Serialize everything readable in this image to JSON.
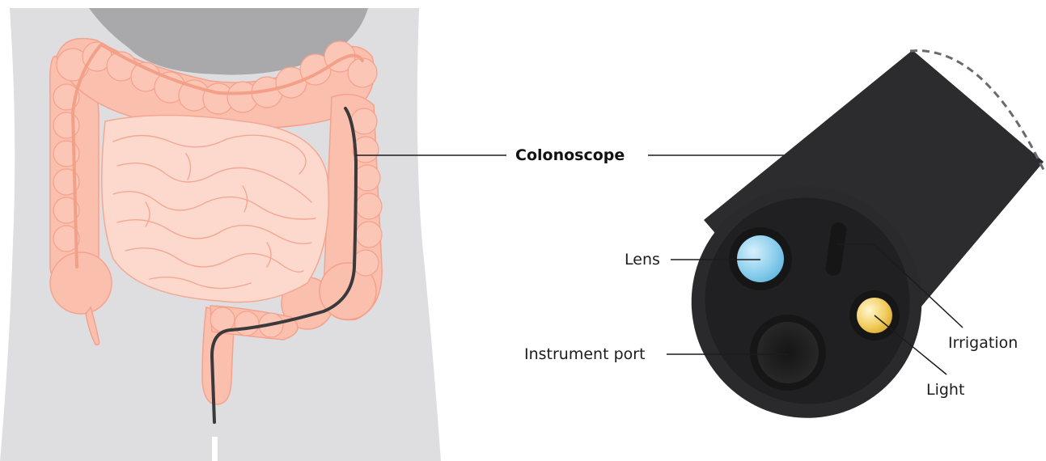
{
  "labels": {
    "colonoscope": "Colonoscope",
    "lens": "Lens",
    "irrigation": "Irrigation",
    "instrument_port": "Instrument port",
    "light": "Light"
  },
  "colors": {
    "body_silhouette": "#dedee0",
    "stomach": "#a9a9ab",
    "colon_fill": "#fbbfae",
    "colon_outline": "#f5a18c",
    "small_intestine_fill": "#fdd8cc",
    "small_intestine_outline": "#f3a893",
    "scope_cable": "#3a3a3c",
    "scope_body": "#2c2c2e",
    "scope_face": "#1f1f20",
    "lens": "#8fd0ee",
    "light": "#f3cf63",
    "leader_lines": "#1c1c1c"
  }
}
